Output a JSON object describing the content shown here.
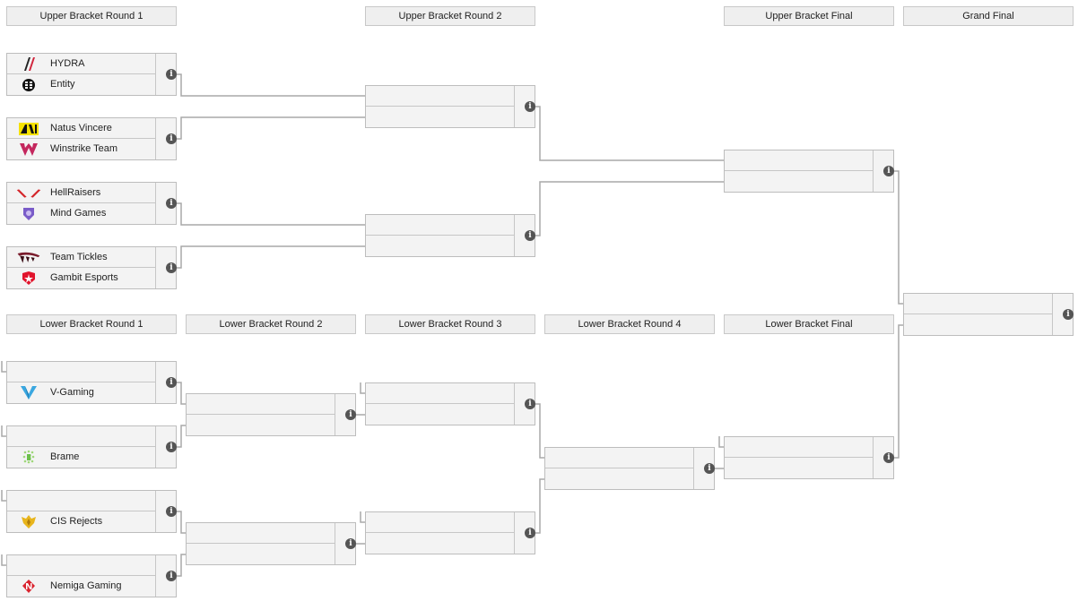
{
  "headers": {
    "ubr1": "Upper Bracket Round 1",
    "ubr2": "Upper Bracket Round 2",
    "ubf": "Upper Bracket Final",
    "gf": "Grand Final",
    "lbr1": "Lower Bracket Round 1",
    "lbr2": "Lower Bracket Round 2",
    "lbr3": "Lower Bracket Round 3",
    "lbr4": "Lower Bracket Round 4",
    "lbf": "Lower Bracket Final"
  },
  "info_glyph": "i",
  "teams": {
    "hydra": "HYDRA",
    "entity": "Entity",
    "navi": "Natus Vincere",
    "winstrike": "Winstrike Team",
    "hellraisers": "HellRaisers",
    "mindgames": "Mind Games",
    "teamtickles": "Team Tickles",
    "gambit": "Gambit Esports",
    "vgaming": "V-Gaming",
    "brame": "Brame",
    "cisrejects": "CIS Rejects",
    "nemiga": "Nemiga Gaming"
  },
  "colors": {
    "line": "#a9a9a9",
    "match_bg": "#f3f3f3",
    "header_bg": "#efefef",
    "info_bg": "#555555"
  }
}
